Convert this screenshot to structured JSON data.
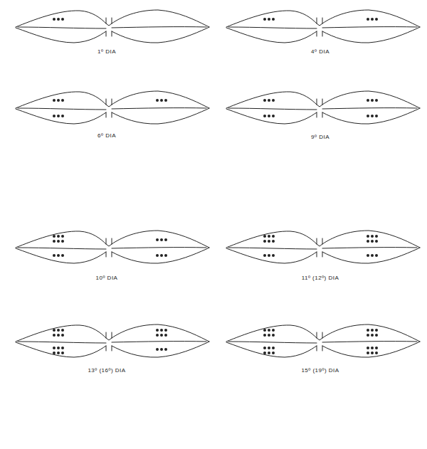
{
  "diagram": {
    "labels": [
      "1º DIA",
      "4º DIA",
      "6º DIA",
      "9º DIA",
      "10º DIA",
      "11º (12º) DIA",
      "13º (16º) DIA",
      "15º (19º) DIA"
    ]
  }
}
